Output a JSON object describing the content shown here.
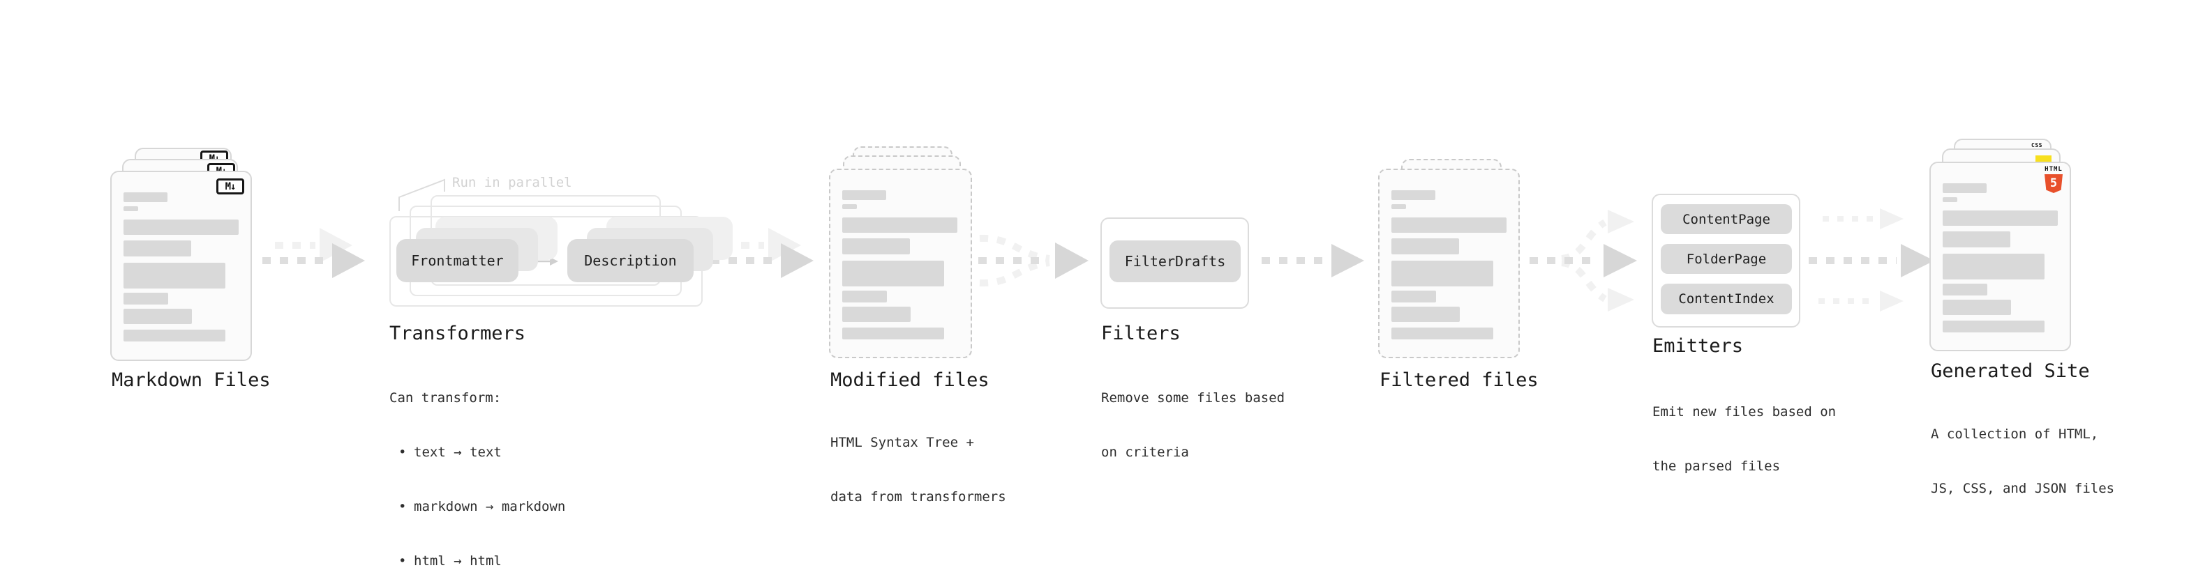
{
  "sections": {
    "markdown_files": {
      "label": "Markdown Files",
      "badge": "M↓"
    },
    "transformers": {
      "annotation": "Run in parallel",
      "input_pill": "Frontmatter",
      "output_pill": "Description",
      "label": "Transformers",
      "note_title": "Can transform:",
      "bullet_char": "•",
      "bullets": [
        "text → text",
        "markdown → markdown",
        "html → html"
      ]
    },
    "modified_files": {
      "label": "Modified files",
      "note_lines": [
        "HTML Syntax Tree +",
        "data from transformers"
      ]
    },
    "filters": {
      "pill": "FilterDrafts",
      "label": "Filters",
      "note_lines": [
        "Remove some files based",
        "on criteria"
      ]
    },
    "filtered_files": {
      "label": "Filtered files"
    },
    "emitters": {
      "pills": [
        "ContentPage",
        "FolderPage",
        "ContentIndex"
      ],
      "label": "Emitters",
      "note_lines": [
        "Emit new files based on",
        "the parsed files"
      ]
    },
    "generated_site": {
      "label": "Generated Site",
      "note_lines": [
        "A collection of HTML,",
        "JS, CSS, and JSON files"
      ],
      "badges": {
        "css_word": "CSS",
        "html_word": "HTML",
        "html_number": "5"
      }
    }
  },
  "colors": {
    "css_blue": "#2760e5",
    "js_yellow": "#f7df1e",
    "html5_orange": "#e8502b",
    "card_border": "#d7d7d7",
    "skeleton_bar": "#d9d9d9",
    "pill_gray": "#dbdbdb",
    "arrow_gray": "#dedede"
  }
}
